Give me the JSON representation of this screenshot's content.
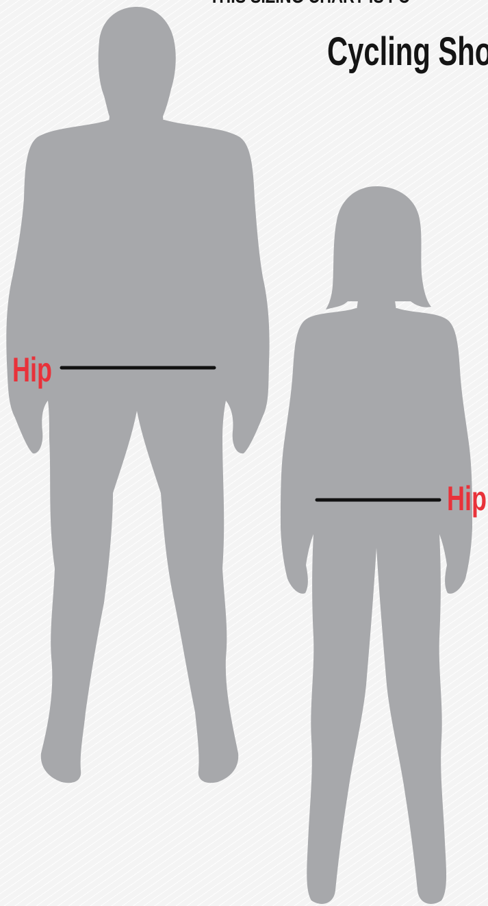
{
  "header": {
    "headline": "THIS SIZING CHART IS FO",
    "title": "Cycling Sho"
  },
  "figures": {
    "man": {
      "hip_label": "Hip"
    },
    "woman": {
      "hip_label": "Hip"
    }
  },
  "colors": {
    "silhouette": "#a7a8ab",
    "measure_line": "#111111",
    "label_accent": "#e8323a"
  }
}
